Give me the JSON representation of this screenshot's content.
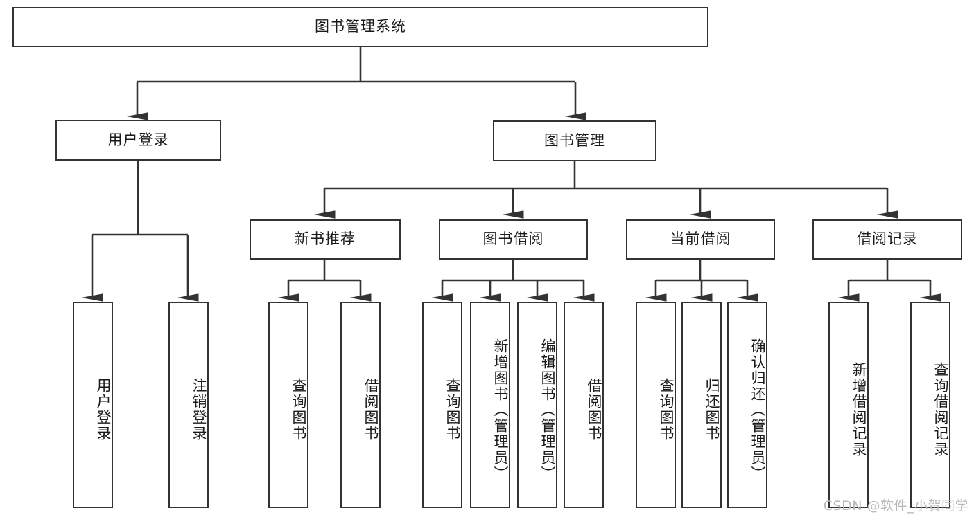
{
  "diagram": {
    "type": "hierarchy-tree",
    "title": "图书管理系统",
    "levels": 4,
    "colors": {
      "stroke": "#333333",
      "fill": "#ffffff",
      "text": "#1a1a1a",
      "watermark": "#b9b9b9"
    },
    "root": {
      "label": "图书管理系统",
      "orientation": "horizontal"
    },
    "level2": [
      {
        "label": "用户登录",
        "orientation": "horizontal"
      },
      {
        "label": "图书管理",
        "orientation": "horizontal"
      }
    ],
    "level3": [
      {
        "label": "新书推荐",
        "orientation": "horizontal",
        "parent": "图书管理"
      },
      {
        "label": "图书借阅",
        "orientation": "horizontal",
        "parent": "图书管理"
      },
      {
        "label": "当前借阅",
        "orientation": "horizontal",
        "parent": "图书管理"
      },
      {
        "label": "借阅记录",
        "orientation": "horizontal",
        "parent": "图书管理"
      }
    ],
    "leaves": [
      {
        "label": "用户登录",
        "orientation": "vertical",
        "parent": "用户登录"
      },
      {
        "label": "注销登录",
        "orientation": "vertical",
        "parent": "用户登录"
      },
      {
        "label": "查询图书",
        "orientation": "vertical",
        "parent": "新书推荐"
      },
      {
        "label": "借阅图书",
        "orientation": "vertical",
        "parent": "新书推荐"
      },
      {
        "label": "查询图书",
        "orientation": "vertical",
        "parent": "图书借阅"
      },
      {
        "label": "新增图书（管理员）",
        "orientation": "vertical",
        "parent": "图书借阅"
      },
      {
        "label": "编辑图书（管理员）",
        "orientation": "vertical",
        "parent": "图书借阅"
      },
      {
        "label": "借阅图书",
        "orientation": "vertical",
        "parent": "图书借阅"
      },
      {
        "label": "查询图书",
        "orientation": "vertical",
        "parent": "当前借阅"
      },
      {
        "label": "归还图书",
        "orientation": "vertical",
        "parent": "当前借阅"
      },
      {
        "label": "确认归还（管理员）",
        "orientation": "vertical",
        "parent": "当前借阅"
      },
      {
        "label": "新增借阅记录",
        "orientation": "vertical",
        "parent": "借阅记录"
      },
      {
        "label": "查询借阅记录",
        "orientation": "vertical",
        "parent": "借阅记录"
      }
    ],
    "watermark": "CSDN @软件_小贺同学"
  }
}
